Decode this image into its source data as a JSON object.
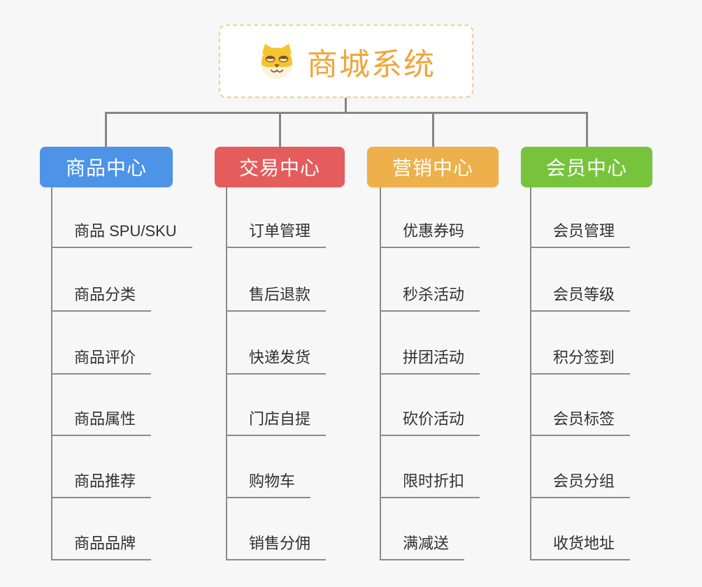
{
  "root": {
    "title": "商城系统",
    "title_color": "#f0a63c",
    "border_color": "#f2d193",
    "icon": "dog-face-icon"
  },
  "connector_color": "#858585",
  "branches": [
    {
      "label": "商品中心",
      "color": "#4d93e8",
      "items": [
        "商品 SPU/SKU",
        "商品分类",
        "商品评价",
        "商品属性",
        "商品推荐",
        "商品品牌"
      ]
    },
    {
      "label": "交易中心",
      "color": "#e45c5c",
      "items": [
        "订单管理",
        "售后退款",
        "快递发货",
        "门店自提",
        "购物车",
        "销售分佣"
      ]
    },
    {
      "label": "营销中心",
      "color": "#edb04a",
      "items": [
        "优惠券码",
        "秒杀活动",
        "拼团活动",
        "砍价活动",
        "限时折扣",
        "满减送"
      ]
    },
    {
      "label": "会员中心",
      "color": "#77c43c",
      "items": [
        "会员管理",
        "会员等级",
        "积分签到",
        "会员标签",
        "会员分组",
        "收货地址"
      ]
    }
  ]
}
